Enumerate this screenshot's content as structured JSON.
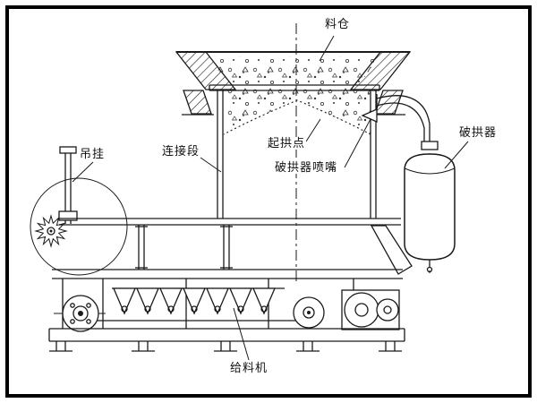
{
  "labels": {
    "silo": "料仓",
    "hanger": "吊挂",
    "connector": "连接段",
    "arch_point": "起拱点",
    "breaker_nozzle": "破拱器喷嘴",
    "arch_breaker": "破拱器",
    "feeder": "给料机"
  },
  "colors": {
    "line": "#1a1a1a",
    "background": "#ffffff",
    "border": "#000000"
  }
}
